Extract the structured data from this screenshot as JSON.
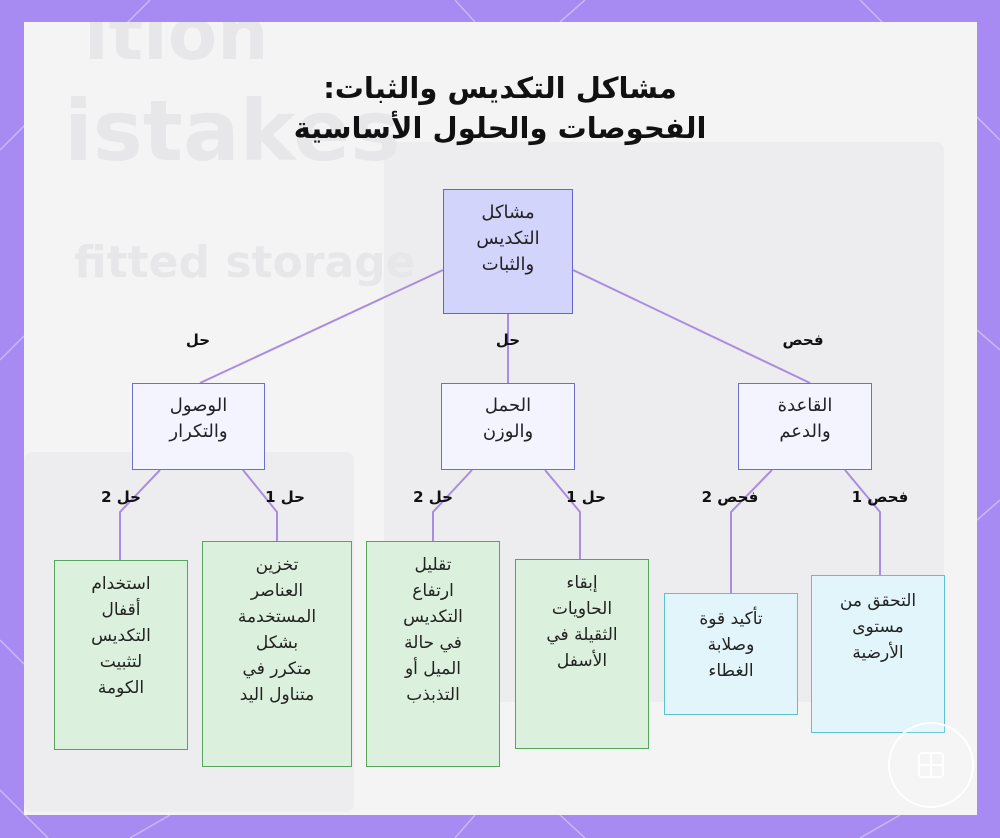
{
  "title": {
    "line1": "مشاكل التكديس والثبات:",
    "line2": "الفحوصات والحلول الأساسية"
  },
  "background_text": {
    "line1": "ition",
    "line2": "istakes",
    "line3": "fitted storage"
  },
  "nodes": {
    "root": "مشاكل\nالتكديس\nوالثبات",
    "access": "الوصول\nوالتكرار",
    "load": "الحمل\nوالوزن",
    "base": "القاعدة\nوالدعم",
    "access_sol2": "استخدام\nأقفال\nالتكديس\nلتثبيت\nالكومة",
    "access_sol1": "تخزين\nالعناصر\nالمستخدمة\nبشكل\nمتكرر في\nمتناول اليد",
    "load_sol2": "تقليل\nارتفاع\nالتكديس\nفي حالة\nالميل أو\nالتذبذب",
    "load_sol1": "إبقاء\nالحاويات\nالثقيلة في\nالأسفل",
    "base_chk2": "تأكيد قوة\nوصلابة\nالغطاء",
    "base_chk1": "التحقق من\nمستوى\nالأرضية"
  },
  "edge_labels": {
    "root_access": "حل",
    "root_load": "حل",
    "root_base": "فحص",
    "access_sol2": "حل 2",
    "access_sol1": "حل 1",
    "load_sol2": "حل 2",
    "load_sol1": "حل 1",
    "base_chk2": "فحص 2",
    "base_chk1": "فحص 1"
  },
  "colors": {
    "frame": "#a78bf2",
    "connector": "#a98de0",
    "root_fill": "#d3d4fb",
    "category_fill": "#f3f4ff",
    "solution_fill": "#dcf1dd",
    "solution_border": "#55a65a",
    "check_fill": "#e2f5fb",
    "check_border": "#5cc1d4"
  }
}
